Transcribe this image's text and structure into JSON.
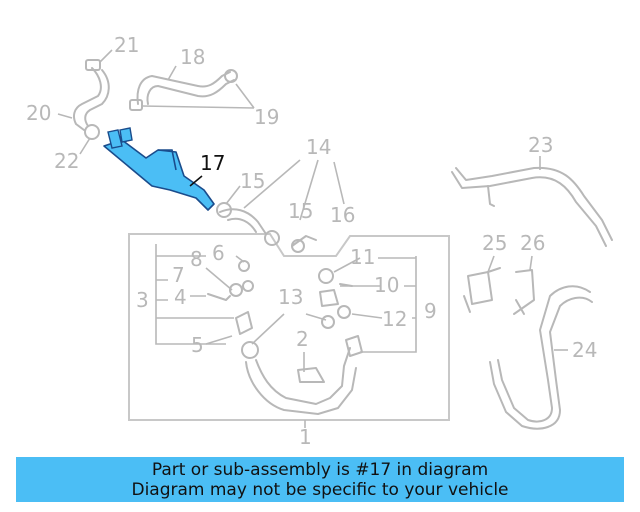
{
  "diagram": {
    "highlight_color": "#4bbef5",
    "highlighted_part": "17",
    "labels": {
      "p1": "1",
      "p2": "2",
      "p3": "3",
      "p4": "4",
      "p5": "5",
      "p6": "6",
      "p7": "7",
      "p8": "8",
      "p9": "9",
      "p10": "10",
      "p11": "11",
      "p12": "12",
      "p13": "13",
      "p14": "14",
      "p15a": "15",
      "p15b": "15",
      "p16": "16",
      "p17": "17",
      "p18": "18",
      "p19": "19",
      "p20": "20",
      "p21": "21",
      "p22": "22",
      "p23": "23",
      "p24": "24",
      "p25": "25",
      "p26": "26"
    }
  },
  "banner": {
    "line1": "Part or sub-assembly is #17 in diagram",
    "line2": "Diagram may not be specific to your vehicle",
    "color": "#4bbef5"
  }
}
